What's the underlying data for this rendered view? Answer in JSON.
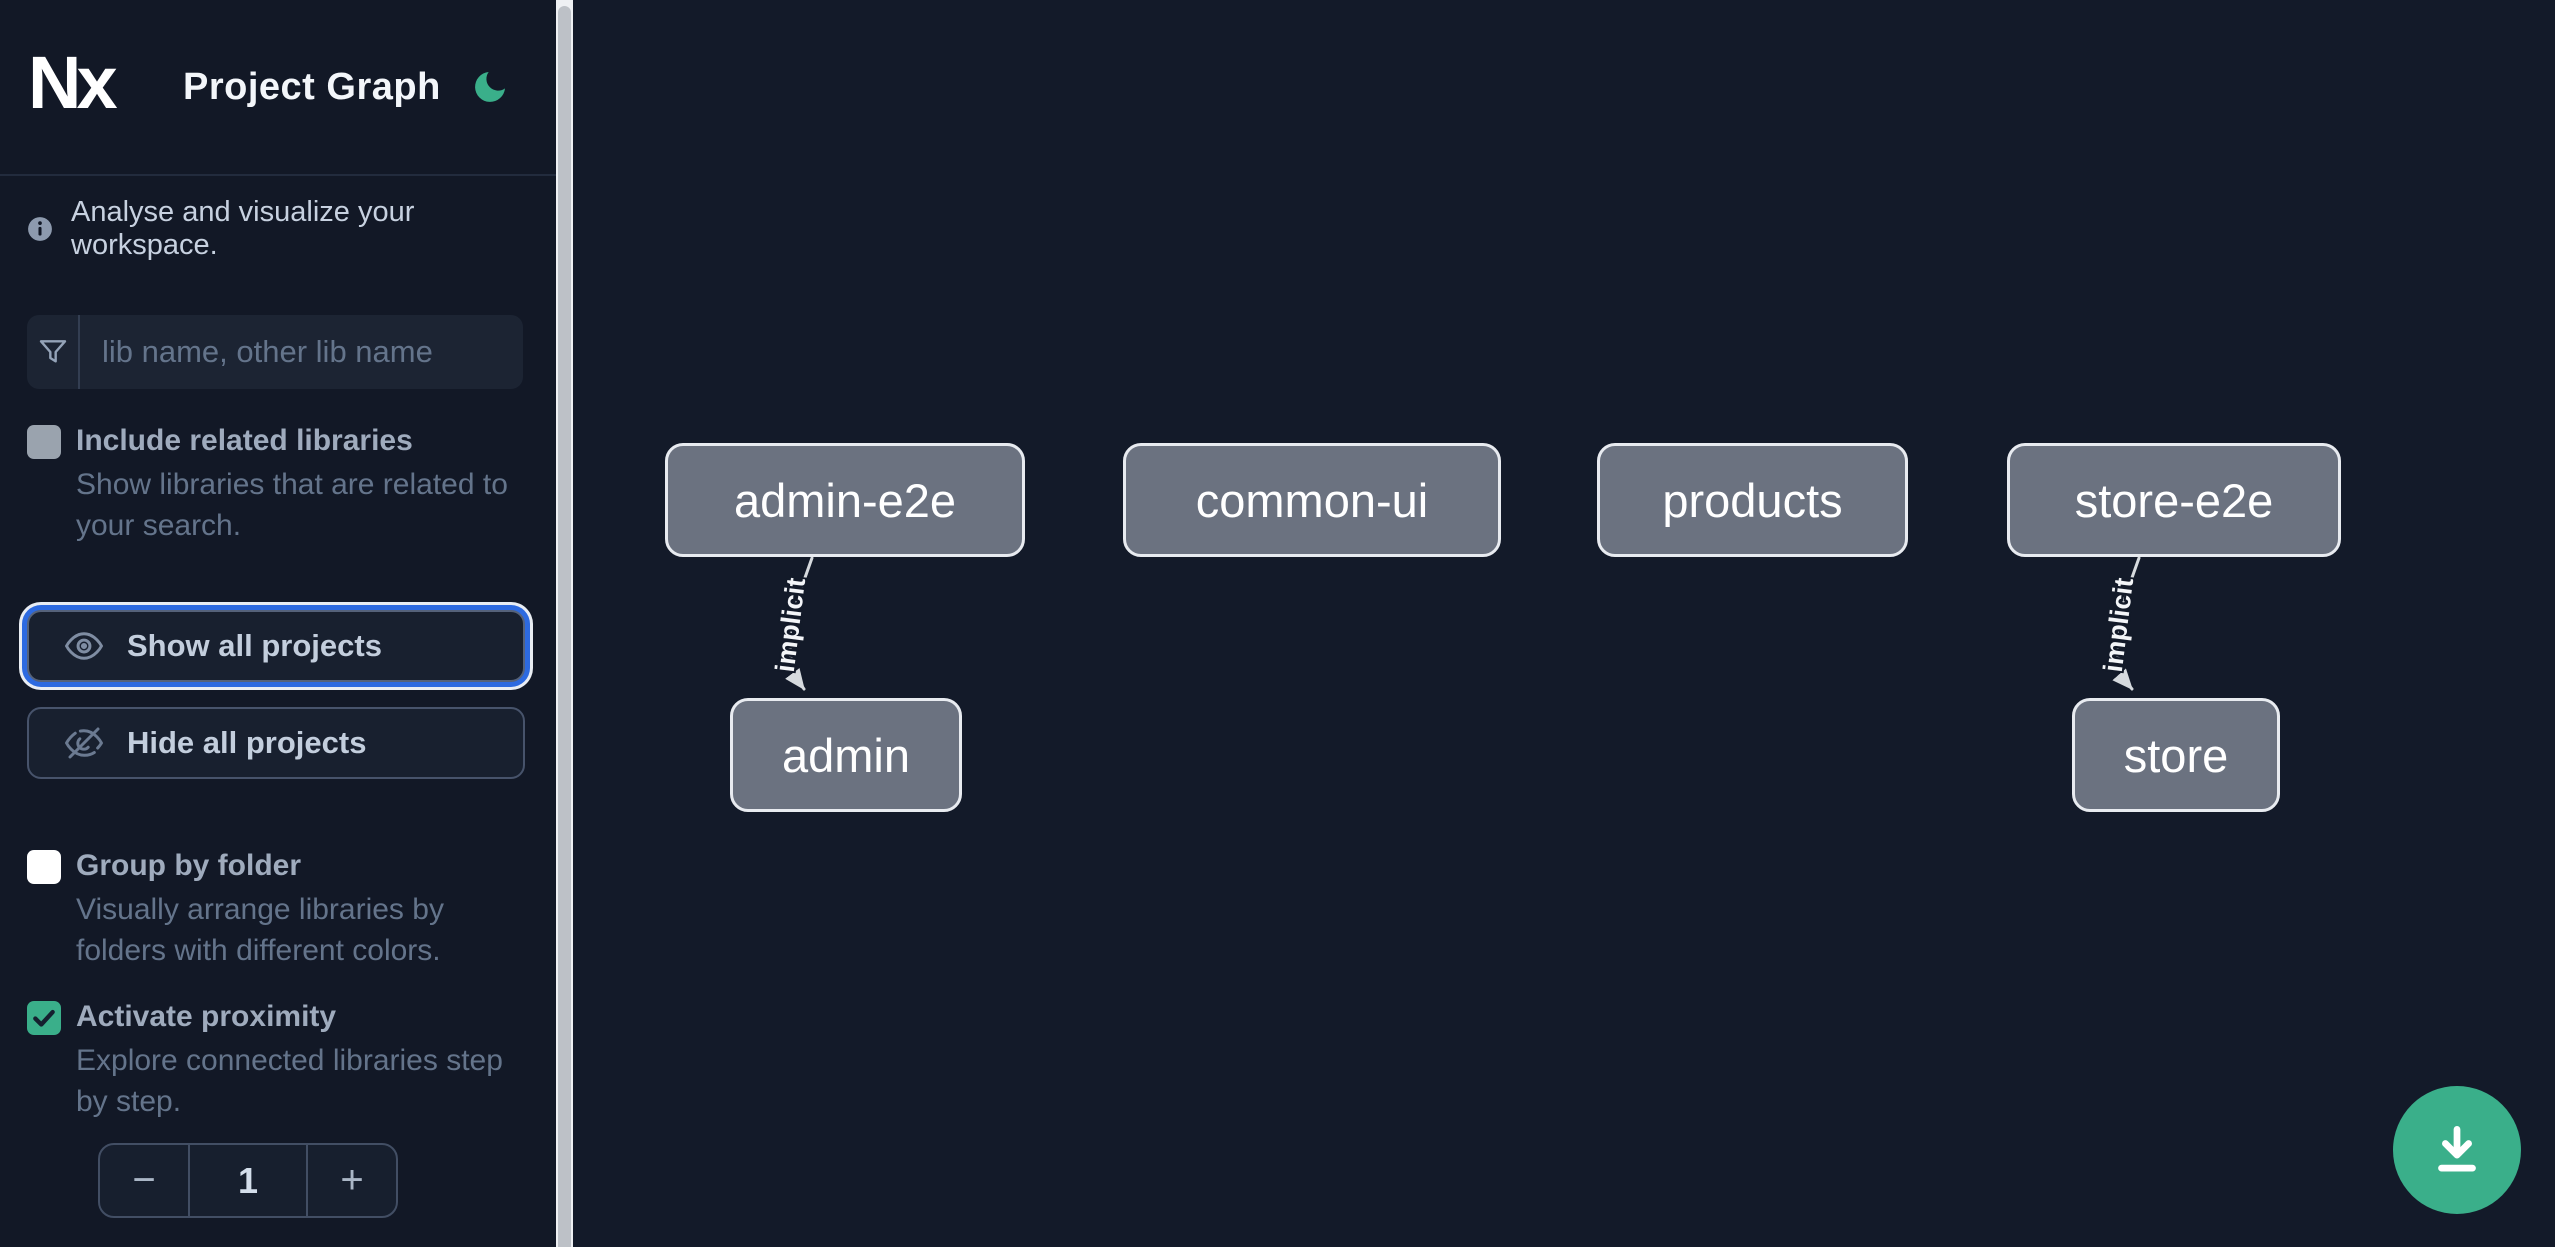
{
  "app": {
    "logo_text": "Nx",
    "title": "Project Graph"
  },
  "sidebar": {
    "tagline": "Analyse and visualize your workspace.",
    "filter": {
      "placeholder": "lib name, other lib name",
      "value": ""
    },
    "options": [
      {
        "label": "Include related libraries",
        "description": "Show libraries that are related to your search.",
        "checked": false
      },
      {
        "label": "Group by folder",
        "description": "Visually arrange libraries by folders with different colors.",
        "checked": false
      },
      {
        "label": "Activate proximity",
        "description": "Explore connected libraries step by step.",
        "checked": true
      }
    ],
    "actions": [
      {
        "label": "Show all projects",
        "focused": true
      },
      {
        "label": "Hide all projects",
        "focused": false
      }
    ],
    "proximity_stepper": {
      "decrement": "−",
      "value": "1",
      "increment": "+"
    }
  },
  "graph": {
    "nodes": [
      {
        "label": "admin-e2e"
      },
      {
        "label": "common-ui"
      },
      {
        "label": "products"
      },
      {
        "label": "store-e2e"
      },
      {
        "label": "admin"
      },
      {
        "label": "store"
      }
    ],
    "edges": [
      {
        "from": "admin-e2e",
        "to": "admin",
        "label": "implicit"
      },
      {
        "from": "store-e2e",
        "to": "store",
        "label": "implicit"
      }
    ]
  },
  "colors": {
    "background": "#131a29",
    "accent_green": "#3aaf8a",
    "focus_blue": "#2d6ae0",
    "node_fill": "#6b7280",
    "node_border": "#e8ebf0",
    "edge": "#d6dade",
    "muted_text": "#64748b",
    "label_text": "#9fabbd"
  }
}
